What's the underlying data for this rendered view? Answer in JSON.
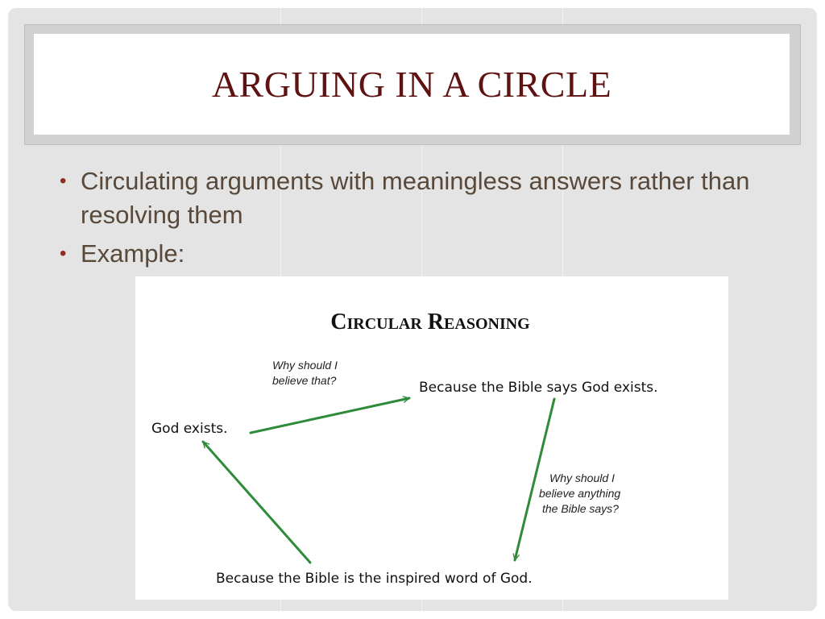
{
  "slide": {
    "title": "ARGUING IN A CIRCLE",
    "bullets": [
      {
        "marker": "•",
        "text": "Circulating arguments with meaningless answers rather than resolving them"
      },
      {
        "marker": "•",
        "text": "Example:"
      }
    ]
  },
  "diagram": {
    "title": "Circular Reasoning",
    "nodes": {
      "god_exists": "God exists.",
      "bible_says": "Because the Bible says God exists.",
      "inspired_word": "Because the Bible is the inspired word of God."
    },
    "questions": {
      "q1": [
        "Why should I",
        "believe that?"
      ],
      "q2": [
        "Why should I",
        "believe anything",
        "the Bible says?"
      ]
    },
    "colors": {
      "arrow": "#2e8b3a",
      "title_text": "#5e1212",
      "bullet_text": "#58493a",
      "bullet_marker": "#8f2d1f"
    }
  }
}
